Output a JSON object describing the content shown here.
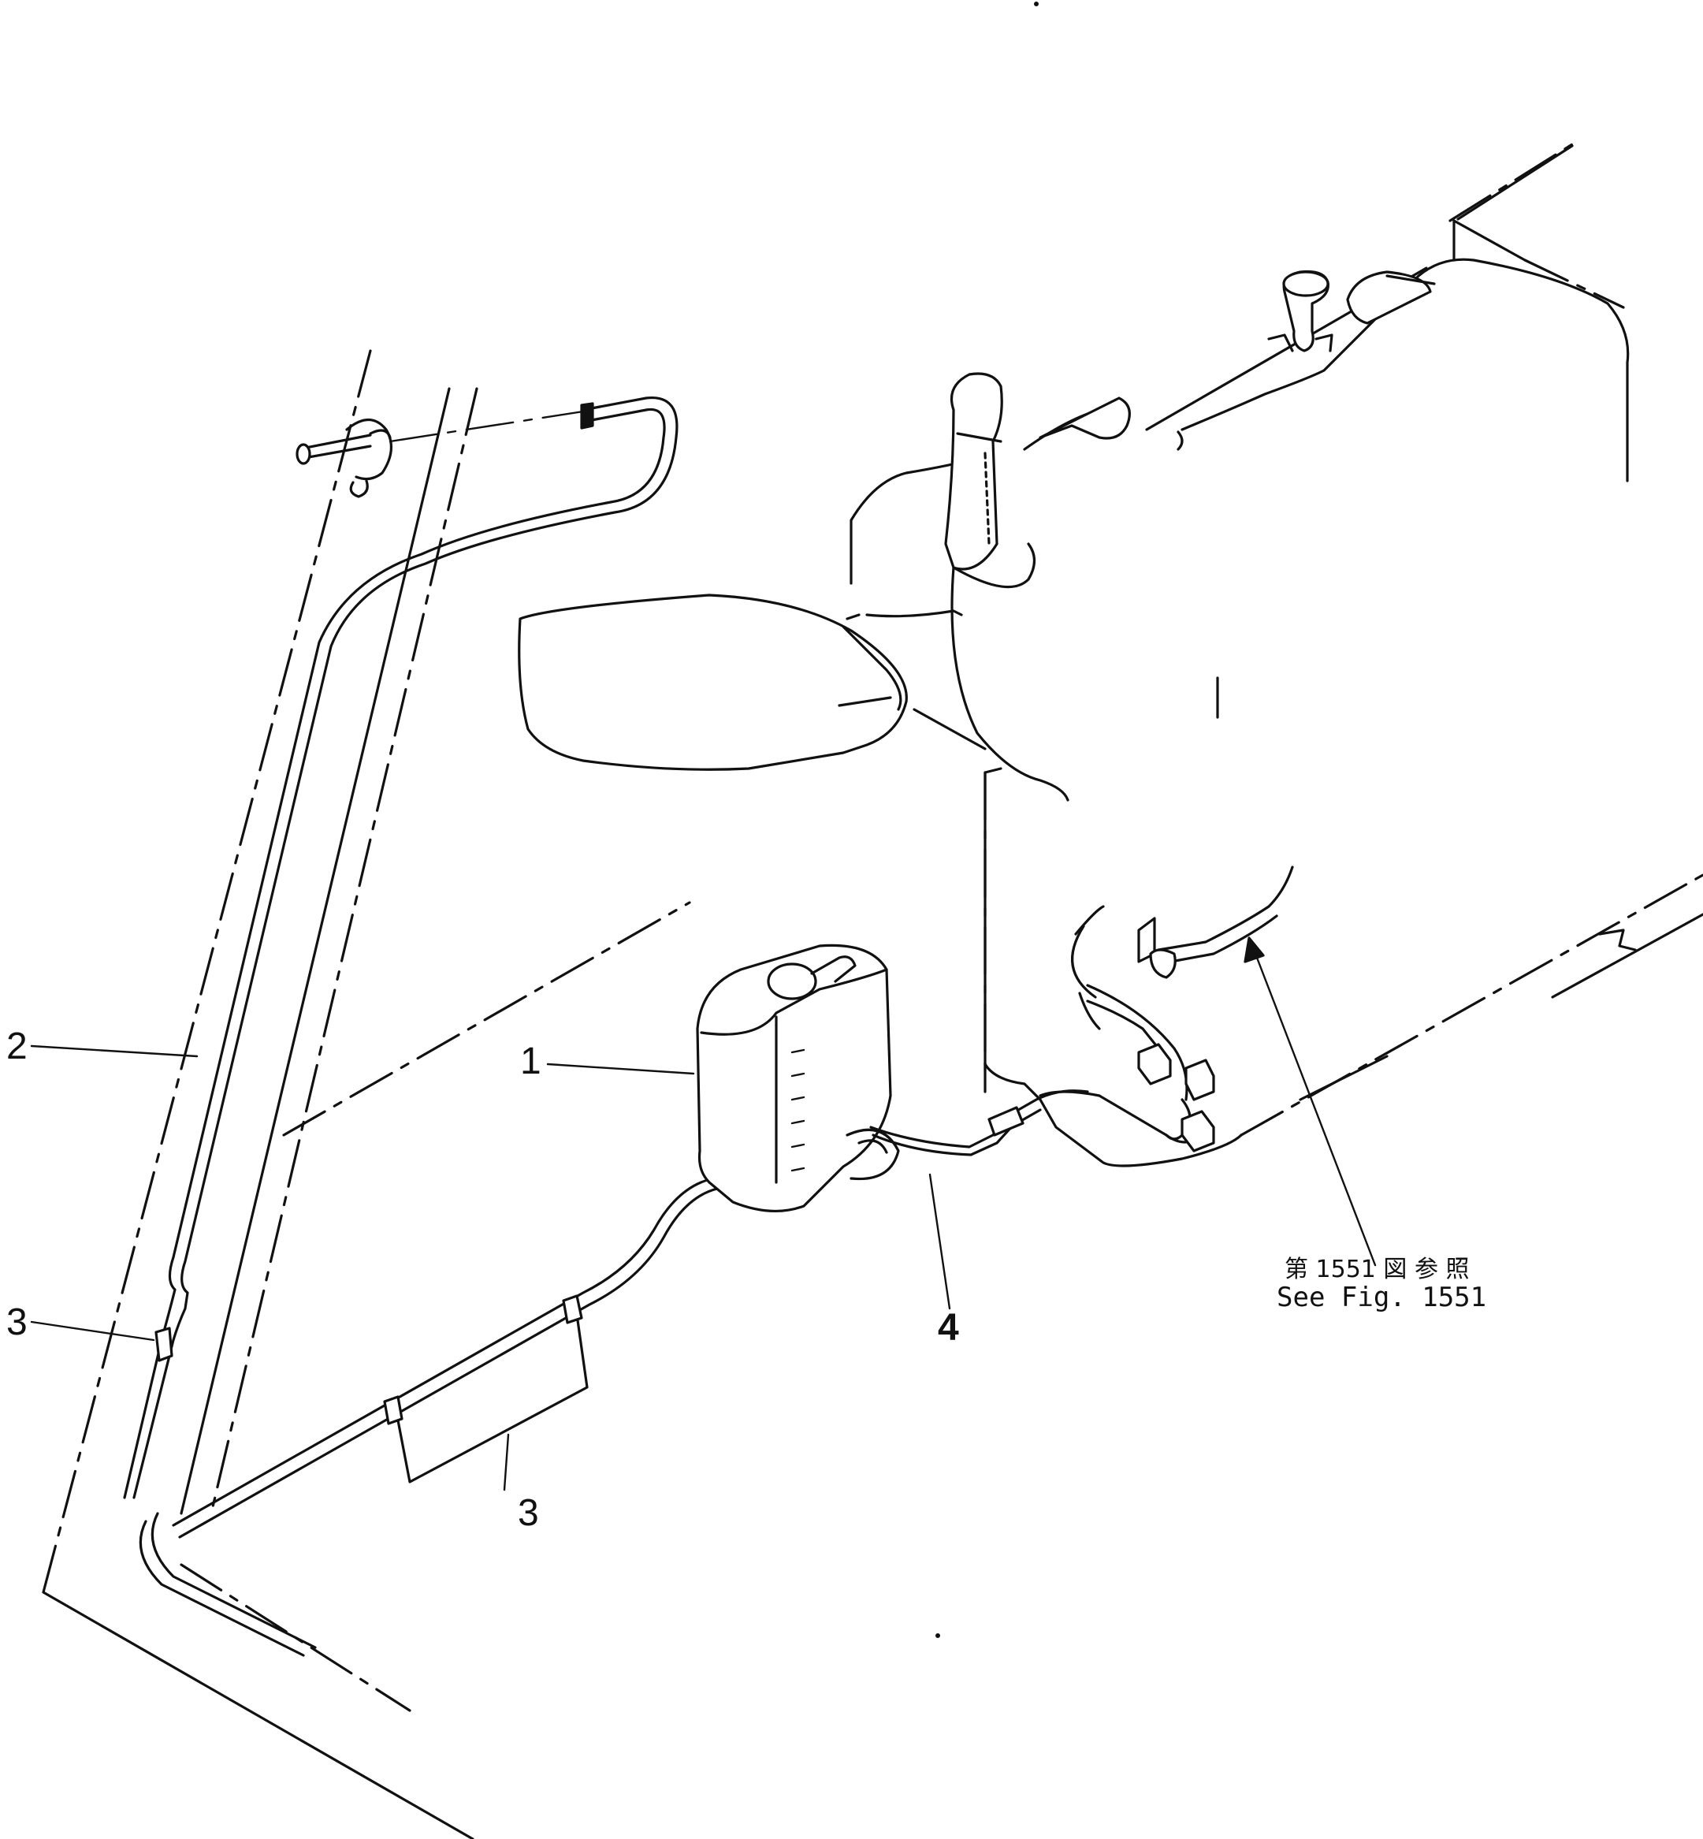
{
  "callouts": {
    "part1": "1",
    "part2": "2",
    "part3_left": "3",
    "part3_bottom": "3",
    "part4": "4"
  },
  "reference": {
    "japanese": "第 1551 図 参 照",
    "english": "See Fig. 1551"
  }
}
